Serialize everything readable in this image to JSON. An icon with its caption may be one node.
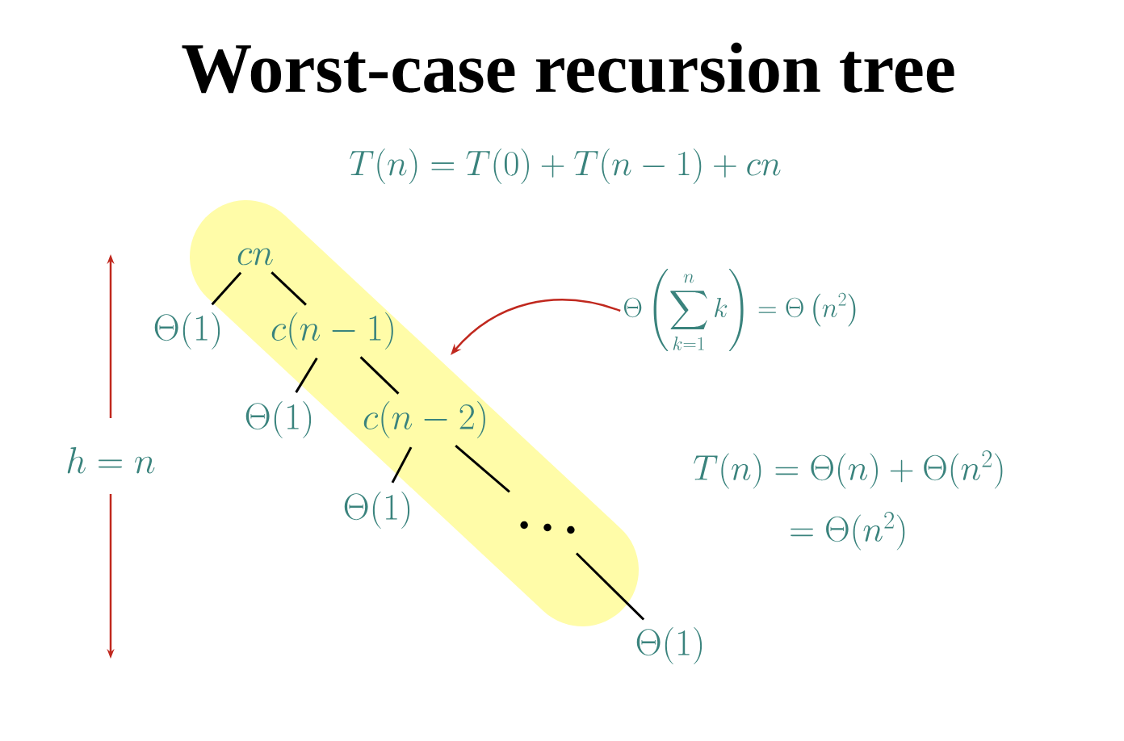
{
  "diagram": {
    "title": "Worst-case recursion tree",
    "nodes": [
      {
        "text": [
          "cn"
        ]
      },
      {
        "text": [
          "\\Theta(1)"
        ]
      },
      {
        "text": [
          "c(n-1)"
        ]
      },
      {
        "text": [
          "\\Theta(1)"
        ]
      },
      {
        "text": [
          "c(n-2)"
        ]
      },
      {
        "text": [
          "\\Theta(1)"
        ]
      },
      {
        "text": [
          "\\ddots"
        ]
      },
      {
        "text": [
          "\\Theta(1)"
        ]
      },
      {
        "text": [
          "\\Theta\\left(\\sum_{k=1}^{n} k\\right) = \\Theta\\left(n^{2}\\right)"
        ]
      }
    ],
    "edges": [
      {
        "from": 0,
        "to": 1,
        "arrow": "none"
      },
      {
        "from": 0,
        "to": 2,
        "arrow": "none"
      },
      {
        "from": 2,
        "to": 3,
        "arrow": "none"
      },
      {
        "from": 2,
        "to": 4,
        "arrow": "none"
      },
      {
        "from": 4,
        "to": 5,
        "arrow": "none"
      },
      {
        "from": 4,
        "to": 6,
        "arrow": "none"
      },
      {
        "from": 6,
        "to": 7,
        "arrow": "none"
      },
      {
        "from": 8,
        "to": null,
        "arrow": "to",
        "color": "#c0281e"
      }
    ],
    "labels": [
      "T(n) = T(0) + T(n-1) + cn",
      "h = n",
      "T(n) = \\Theta(n) + \\Theta(n^{2})",
      "= \\Theta(n^{2})"
    ]
  }
}
